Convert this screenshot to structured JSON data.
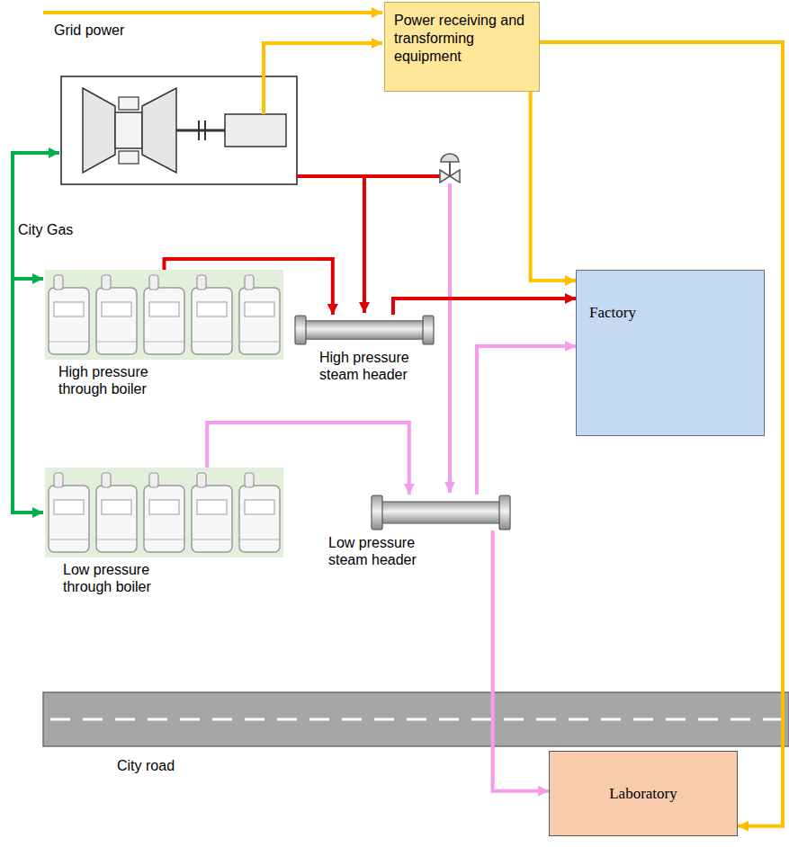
{
  "diagram": {
    "nodes": [
      {
        "text": [
          "Power receiving and transforming equipment"
        ]
      },
      {
        "text": [
          "High pressure through boiler"
        ]
      },
      {
        "text": [
          "High pressure steam header"
        ]
      },
      {
        "text": [
          "Factory"
        ]
      },
      {
        "text": [
          "Low pressure through boiler"
        ]
      },
      {
        "text": [
          "Low pressure steam header"
        ]
      },
      {
        "text": [
          "Laboratory"
        ]
      }
    ],
    "edges": [
      {
        "from": 1,
        "to": 2,
        "arrow": "to"
      },
      {
        "from": 2,
        "to": 3,
        "arrow": "to"
      },
      {
        "from": 4,
        "to": 5,
        "arrow": "to"
      },
      {
        "from": 5,
        "to": 3,
        "arrow": "to"
      },
      {
        "from": 5,
        "to": 6,
        "arrow": "to"
      },
      {
        "from": 0,
        "to": 3,
        "arrow": "to"
      },
      {
        "from": 0,
        "to": 6,
        "arrow": "to"
      }
    ],
    "labels": [
      "Grid power",
      "City Gas",
      "City road"
    ]
  }
}
